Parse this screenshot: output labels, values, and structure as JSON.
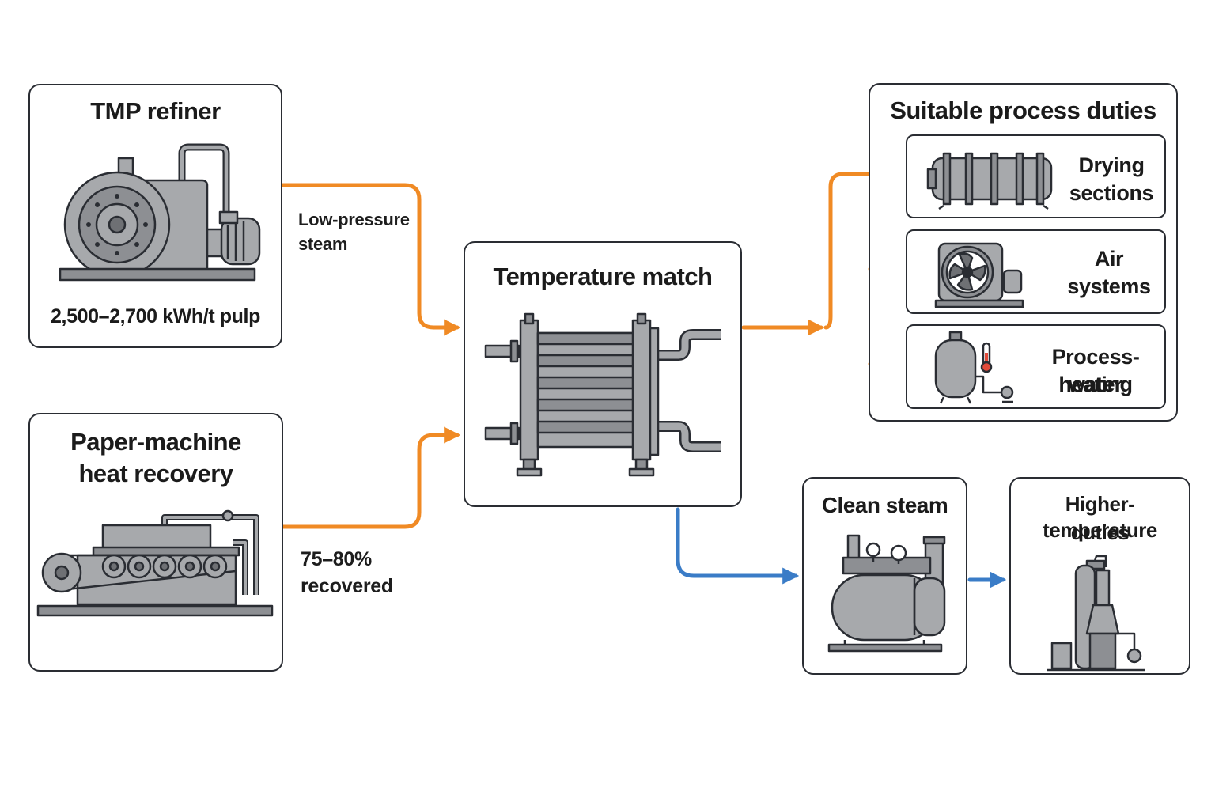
{
  "sources": {
    "tmp": {
      "title": "TMP refiner",
      "metric": "2,500–2,700 kWh/t pulp"
    },
    "paper": {
      "title_line1": "Paper-machine",
      "title_line2": "heat recovery"
    }
  },
  "flow_labels": {
    "steam_line1": "Low-pressure",
    "steam_line2": "steam",
    "recovered_line1": "75–80%",
    "recovered_line2": "recovered"
  },
  "center": {
    "title": "Temperature match"
  },
  "duties": {
    "title": "Suitable process duties",
    "items": [
      {
        "line1": "Drying",
        "line2": "sections"
      },
      {
        "line1": "Air",
        "line2": "systems"
      },
      {
        "line1": "Process-water",
        "line2": "heating"
      }
    ]
  },
  "clean_steam": {
    "title": "Clean steam"
  },
  "higher_temp": {
    "title_line1": "Higher-temperature",
    "title_line2": "duties"
  },
  "colors": {
    "orange_arrow": "#f08a24",
    "blue_arrow": "#3a7cc7",
    "border": "#2a2d33",
    "equipment_gray": "#a7a9ac"
  }
}
